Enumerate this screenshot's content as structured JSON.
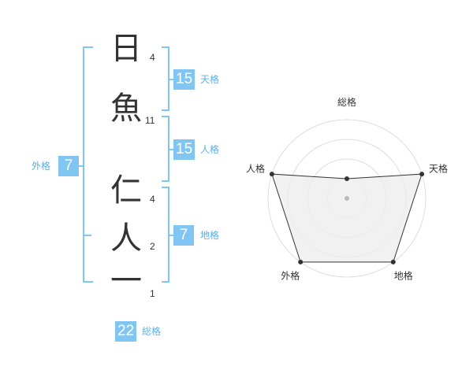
{
  "name": {
    "characters": [
      {
        "char": "日",
        "strokes": "4"
      },
      {
        "char": "魚",
        "strokes": "11"
      },
      {
        "char": "仁",
        "strokes": "4"
      },
      {
        "char": "人",
        "strokes": "2"
      },
      {
        "char": "一",
        "strokes": "1"
      }
    ]
  },
  "kakusu": {
    "tenkaku": {
      "value": "15",
      "label": "天格"
    },
    "jinkaku": {
      "value": "15",
      "label": "人格"
    },
    "chikaku": {
      "value": "7",
      "label": "地格"
    },
    "gaikaku": {
      "value": "7",
      "label": "外格"
    },
    "soukaku": {
      "value": "22",
      "label": "総格"
    }
  },
  "radar": {
    "axes": [
      "総格",
      "天格",
      "地格",
      "外格",
      "人格"
    ],
    "levels": 4,
    "max": 4,
    "values": [
      1,
      4,
      4,
      4,
      4
    ],
    "colors": {
      "grid": "#dddddd",
      "fill": "#eeeeee",
      "line": "#333333",
      "center": "#bbbbbb"
    }
  },
  "colors": {
    "accent": "#81c6f3",
    "bracket": "#81c6f3"
  }
}
